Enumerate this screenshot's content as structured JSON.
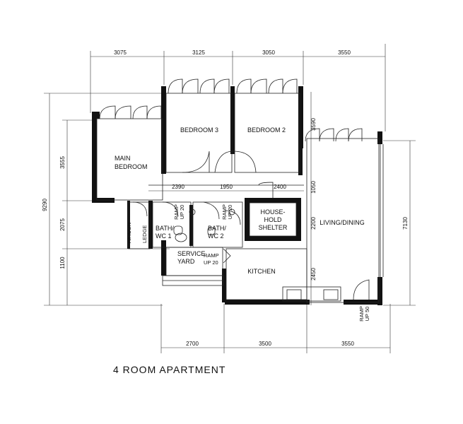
{
  "title": "4 ROOM APARTMENT",
  "dimensions": {
    "top": [
      "3075",
      "3125",
      "3050",
      "3550"
    ],
    "bottom": [
      "2700",
      "3500",
      "3550"
    ],
    "left_overall": "9290",
    "left_segments": [
      "3555",
      "2075",
      "1100"
    ],
    "right_overall": "7130",
    "inner": [
      "2390",
      "1950",
      "2400",
      "3590",
      "1050",
      "2200",
      "2450"
    ]
  },
  "rooms": {
    "main_bedroom": [
      "MAIN",
      "BEDROOM"
    ],
    "bedroom3": "BEDROOM 3",
    "bedroom2": "BEDROOM 2",
    "living_dining": "LIVING/DINING",
    "household_shelter": [
      "HOUSE-",
      "HOLD",
      "SHELTER"
    ],
    "bath1": [
      "BATH/",
      "WC 1"
    ],
    "bath2": [
      "BATH/",
      "WC 2"
    ],
    "aircon_ledge": [
      "AIRCON",
      "LEDGE"
    ],
    "service_yard": [
      "SERVICE",
      "YARD"
    ],
    "kitchen": "KITCHEN"
  },
  "ramps": {
    "bath1": [
      "RAMP",
      "UP 20"
    ],
    "bath2": [
      "RAMP",
      "UP 20"
    ],
    "service": [
      "RAMP",
      "UP 20"
    ],
    "entrance": [
      "RAMP",
      "UP 50"
    ]
  }
}
